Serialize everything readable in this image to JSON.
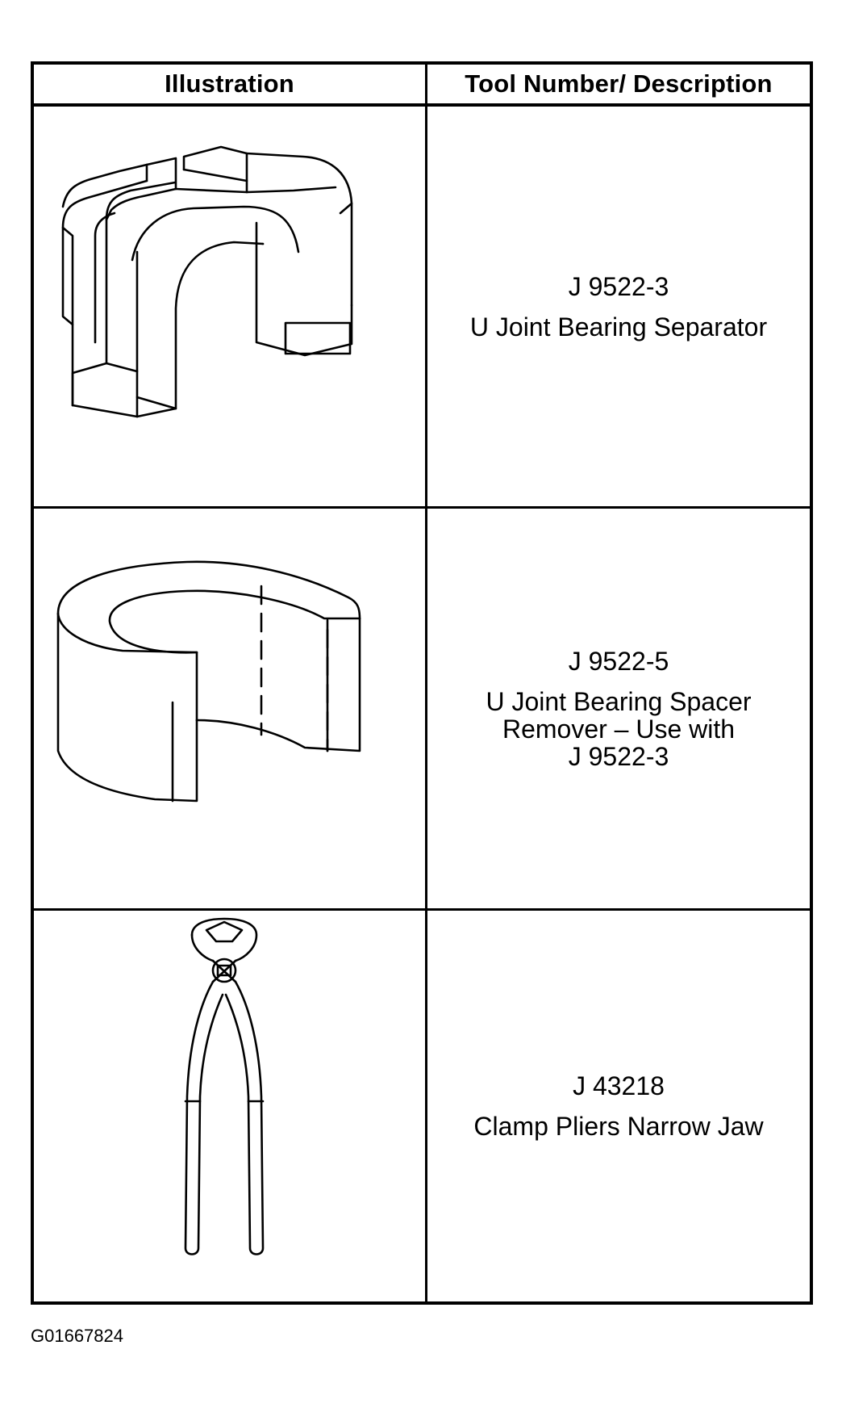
{
  "table": {
    "header": {
      "illustration": "Illustration",
      "tool": "Tool Number/ Description"
    },
    "rows": [
      {
        "icon": "u-joint-bearing-separator-icon",
        "number": "J 9522-3",
        "description": "U Joint Bearing Separator"
      },
      {
        "icon": "u-joint-bearing-spacer-remover-icon",
        "number": "J 9522-5",
        "description": "U Joint Bearing Spacer\nRemover – Use with\nJ 9522-3"
      },
      {
        "icon": "clamp-pliers-icon",
        "number": "J 43218",
        "description": "Clamp Pliers Narrow Jaw"
      }
    ]
  },
  "figure_id": "G01667824"
}
